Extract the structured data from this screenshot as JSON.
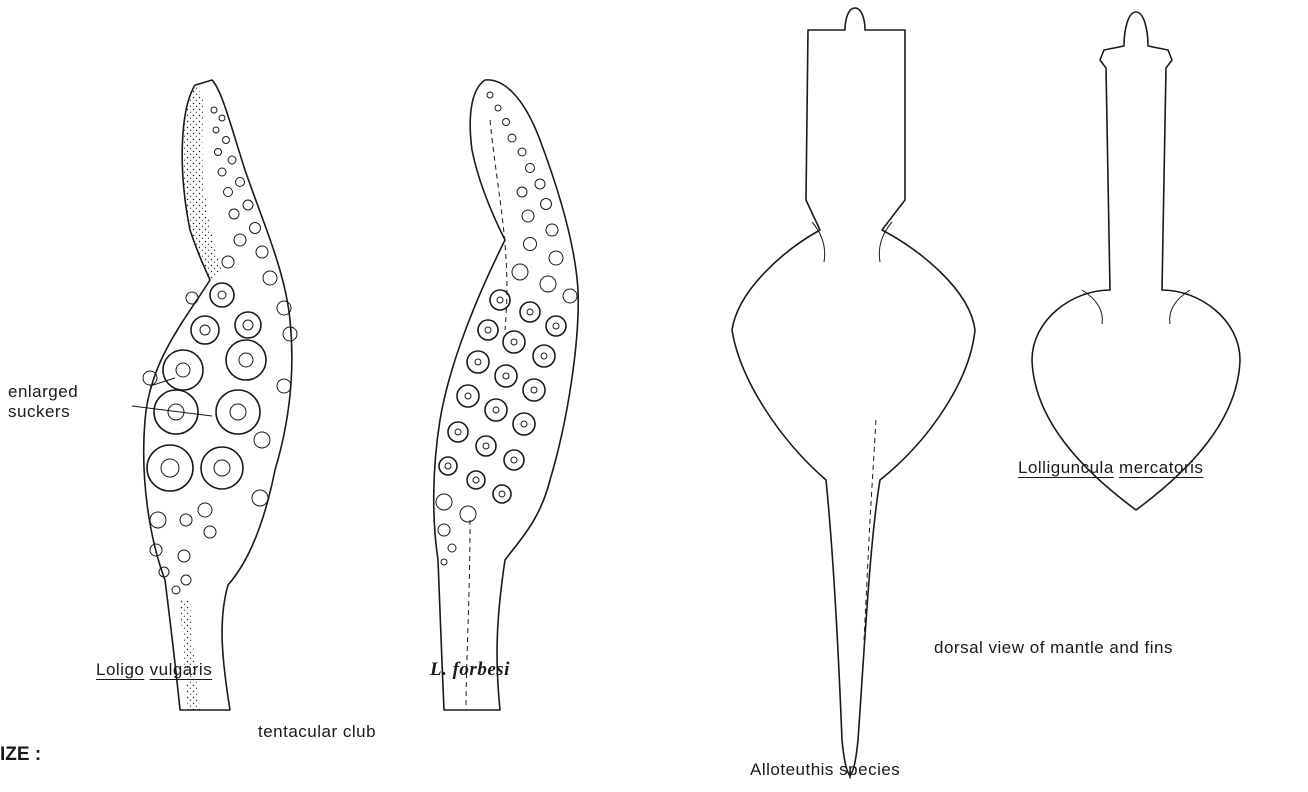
{
  "labels": {
    "enlarged": "enlarged",
    "suckers": "suckers",
    "loligo_genus": "Loligo",
    "loligo_species": "vulgaris",
    "forbesi": "L. forbesi",
    "tentacular_club": "tentacular club",
    "size_cut": "IZE :",
    "lolliguncula_genus": "Lolliguncula",
    "lolliguncula_species": "mercatoris",
    "dorsal_view": "dorsal view of mantle and fins",
    "alloteuthis": "Alloteuthis species"
  },
  "figures": [
    {
      "name": "loligo-vulgaris-club",
      "view": "tentacular club"
    },
    {
      "name": "loligo-forbesi-club",
      "view": "tentacular club"
    },
    {
      "name": "alloteuthis-mantle",
      "view": "dorsal view of mantle and fins"
    },
    {
      "name": "lolliguncula-mantle",
      "view": "dorsal view of mantle and fins"
    }
  ],
  "colors": {
    "ink": "#1a1a1a",
    "paper": "#ffffff"
  }
}
